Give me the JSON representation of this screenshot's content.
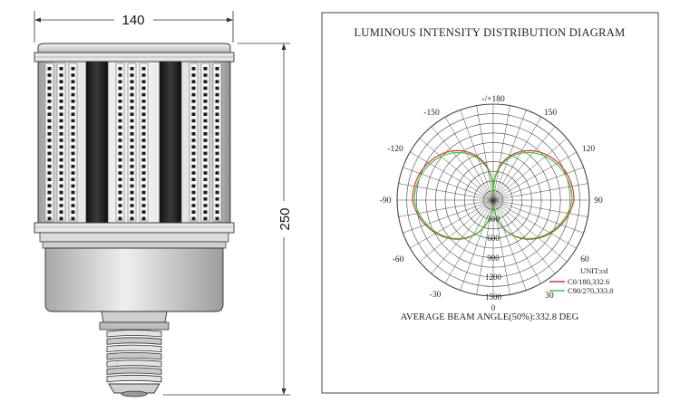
{
  "drawing": {
    "width_label": "140",
    "height_label": "250"
  },
  "polar_diagram": {
    "title": "LUMINOUS INTENSITY DISTRIBUTION DIAGRAM",
    "angle_labels": {
      "top": "-/+180",
      "upper_left": "-150",
      "upper_right": "150",
      "mid_upper_left": "-120",
      "mid_upper_right": "120",
      "left": "-90",
      "right": "90",
      "lower_left": "-60",
      "lower_right": "60",
      "bottom_left": "-30",
      "bottom_right": "30",
      "bottom": "0"
    },
    "radial_labels": [
      "0",
      "300",
      "600",
      "900",
      "1200",
      "1500"
    ],
    "unit": "UNIT:cd",
    "legend": [
      {
        "label": "C0/180,332.6",
        "color": "#e03030"
      },
      {
        "label": "C90/270,333.0",
        "color": "#33cc33"
      }
    ],
    "beam_angle_text": "AVERAGE BEAM ANGLE(50%):332.8 DEG"
  },
  "colors": {
    "c0_curve": "#e03030",
    "c90_curve": "#33cc33"
  }
}
